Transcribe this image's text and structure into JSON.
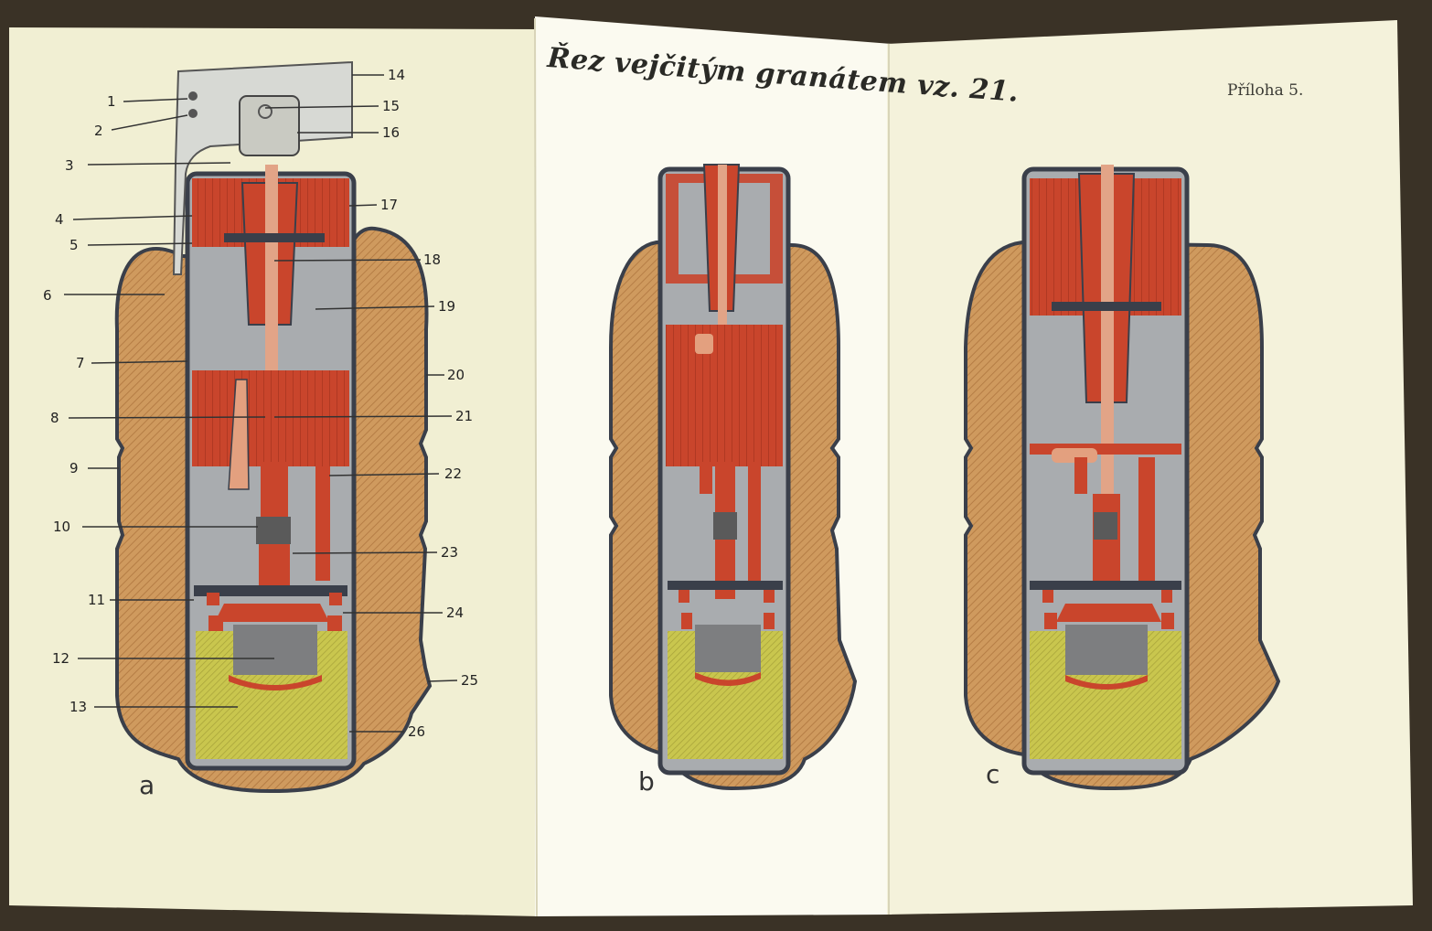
{
  "title": "Řez vejčitým granátem vz. 21.",
  "appendix": "Příloha 5.",
  "colors": {
    "paper": "#f4f1d8",
    "body": "#cf9a5e",
    "red": "#c9452c",
    "grey": "#a9acaf",
    "yellow": "#c9c64e",
    "outline": "#3a3f4a"
  },
  "left_callouts": [
    "1",
    "2",
    "3",
    "4",
    "5",
    "6",
    "7",
    "8",
    "9",
    "10",
    "11",
    "12",
    "13"
  ],
  "right_callouts": [
    "14",
    "15",
    "16",
    "17",
    "18",
    "19",
    "20",
    "21",
    "22",
    "23",
    "24",
    "25",
    "26"
  ],
  "figures": [
    "a",
    "b",
    "c"
  ]
}
